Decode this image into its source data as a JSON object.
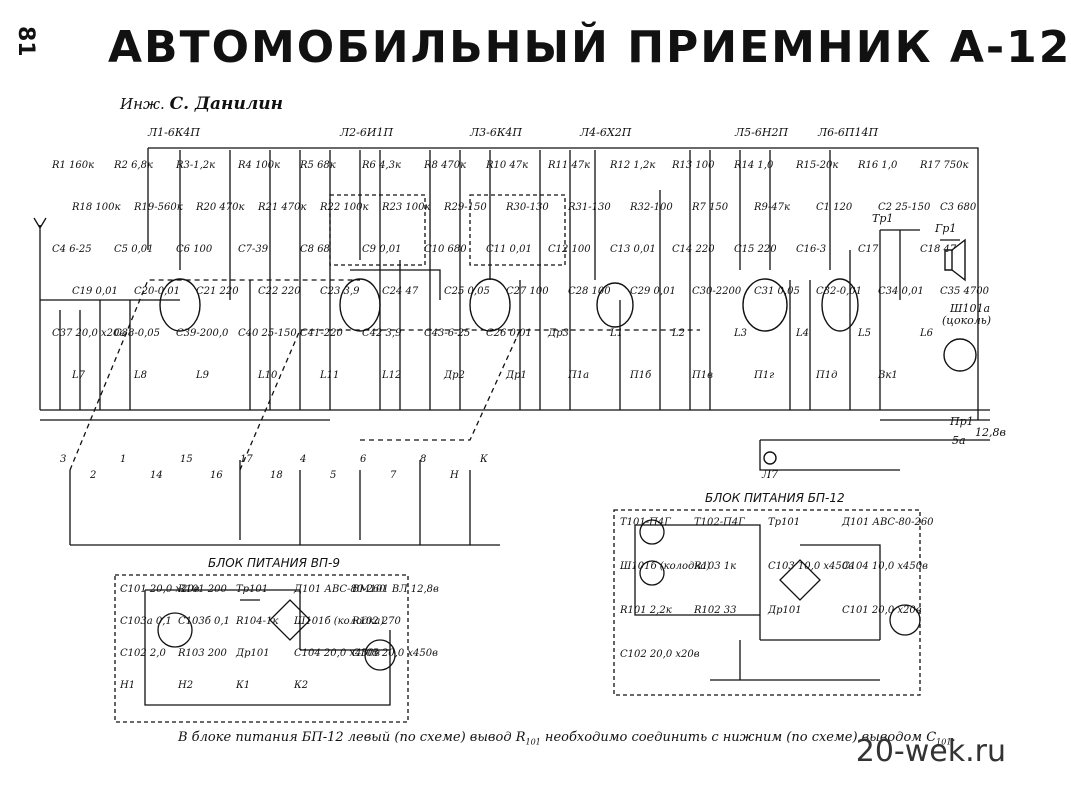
{
  "header": {
    "page_number": "81",
    "title": "АВТОМОБИЛЬНЫЙ ПРИЕМНИК А-12",
    "author_prefix": "Инж.",
    "author_name": "С. Данилин"
  },
  "tubes": [
    {
      "label": "Л1-6К4П"
    },
    {
      "label": "Л2-6И1П"
    },
    {
      "label": "Л3-6К4П"
    },
    {
      "label": "Л4-6Х2П"
    },
    {
      "label": "Л5-6Н2П"
    },
    {
      "label": "Л6-6П14П"
    }
  ],
  "resistors": [
    {
      "label": "R1 160к"
    },
    {
      "label": "R2 6,8к"
    },
    {
      "label": "R3-1,2к"
    },
    {
      "label": "R4 100к"
    },
    {
      "label": "R5 68к"
    },
    {
      "label": "R6 4,3к"
    },
    {
      "label": "R8 470к"
    },
    {
      "label": "R10 47к"
    },
    {
      "label": "R11 47к"
    },
    {
      "label": "R12 1,2к"
    },
    {
      "label": "R13 100"
    },
    {
      "label": "R14 1,0"
    },
    {
      "label": "R15-20к"
    },
    {
      "label": "R16 1,0"
    },
    {
      "label": "R17 750к"
    },
    {
      "label": "R18 100к"
    },
    {
      "label": "R19-560к"
    },
    {
      "label": "R20 470к"
    },
    {
      "label": "R21 470к"
    },
    {
      "label": "R22 100к"
    },
    {
      "label": "R23 100к"
    },
    {
      "label": "R29-150"
    },
    {
      "label": "R30-130"
    },
    {
      "label": "R31-130"
    },
    {
      "label": "R32-100"
    },
    {
      "label": "R7 150"
    },
    {
      "label": "R9-47к"
    }
  ],
  "capacitors": [
    {
      "label": "C1 120"
    },
    {
      "label": "C2 25-150"
    },
    {
      "label": "C3 680"
    },
    {
      "label": "C4 6-25"
    },
    {
      "label": "C5 0,01"
    },
    {
      "label": "C6 100"
    },
    {
      "label": "C7-39"
    },
    {
      "label": "C8 68"
    },
    {
      "label": "C9 0,01"
    },
    {
      "label": "C10 680"
    },
    {
      "label": "C11 0,01"
    },
    {
      "label": "C12 100"
    },
    {
      "label": "C13 0,01"
    },
    {
      "label": "C14 220"
    },
    {
      "label": "C15 220"
    },
    {
      "label": "C16-3"
    },
    {
      "label": "C17"
    },
    {
      "label": "C18 47"
    },
    {
      "label": "C19 0,01"
    },
    {
      "label": "C20-0,01"
    },
    {
      "label": "C21 220"
    },
    {
      "label": "C22 220"
    },
    {
      "label": "C23 3,9"
    },
    {
      "label": "C24 47"
    },
    {
      "label": "C25 0,05"
    },
    {
      "label": "C27 100"
    },
    {
      "label": "C28 100"
    },
    {
      "label": "C29 0,01"
    },
    {
      "label": "C30-2200"
    },
    {
      "label": "C31 0,05"
    },
    {
      "label": "C32-0,01"
    },
    {
      "label": "C34 0,01"
    },
    {
      "label": "C35 4700"
    },
    {
      "label": "C37 20,0 x20в"
    },
    {
      "label": "C38-0,05"
    },
    {
      "label": "C39-200,0"
    },
    {
      "label": "C40 25-150"
    },
    {
      "label": "C41-220"
    },
    {
      "label": "C42 3,9"
    },
    {
      "label": "C43-6-25"
    },
    {
      "label": "C26 0,01"
    }
  ],
  "inductors": [
    {
      "label": "Др3"
    },
    {
      "label": "L1"
    },
    {
      "label": "L2"
    },
    {
      "label": "L3"
    },
    {
      "label": "L4"
    },
    {
      "label": "L5"
    },
    {
      "label": "L6"
    },
    {
      "label": "L7"
    },
    {
      "label": "L8"
    },
    {
      "label": "L9"
    },
    {
      "label": "L10"
    },
    {
      "label": "L11"
    },
    {
      "label": "L12"
    },
    {
      "label": "Др2"
    },
    {
      "label": "Др1"
    }
  ],
  "switches": [
    {
      "label": "П1а"
    },
    {
      "label": "П1б"
    },
    {
      "label": "П1в"
    },
    {
      "label": "П1г"
    },
    {
      "label": "П1д"
    },
    {
      "label": "Вк1"
    }
  ],
  "switch_positions": [
    "3",
    "2",
    "1",
    "14",
    "15",
    "16",
    "17",
    "18",
    "4",
    "5",
    "6",
    "7",
    "8",
    "Н",
    "К"
  ],
  "misc": {
    "transformer": "Тр1",
    "speaker": "Гр1",
    "lamp": "Л7",
    "fuse": "Пр1",
    "fuse_value": "5а",
    "supply": "12,8в",
    "connector": "Ш101а",
    "connector_note": "(цоколь)"
  },
  "psu_vp9": {
    "title": "БЛОК ПИТАНИЯ ВП-9",
    "components": [
      {
        "label": "С101 20,0 x20в"
      },
      {
        "label": "R101 200"
      },
      {
        "label": "Тр101"
      },
      {
        "label": "Д101 АВС-80-260"
      },
      {
        "label": "ВМ101 ВЛ 12,8в"
      },
      {
        "label": "С103а 0,1"
      },
      {
        "label": "С103б 0,1"
      },
      {
        "label": "R104-1к"
      },
      {
        "label": "Ш101б (колодка)"
      },
      {
        "label": "R102 270"
      },
      {
        "label": "С102 2,0"
      },
      {
        "label": "R103 200"
      },
      {
        "label": "Др101"
      },
      {
        "label": "С104 20,0 x450в"
      },
      {
        "label": "С105 20,0 x450в"
      },
      {
        "label": "Н1"
      },
      {
        "label": "Н2"
      },
      {
        "label": "К1"
      },
      {
        "label": "К2"
      }
    ]
  },
  "psu_bp12": {
    "title": "БЛОК ПИТАНИЯ БП-12",
    "components": [
      {
        "label": "Т101-П4Г"
      },
      {
        "label": "Т102-П4Г"
      },
      {
        "label": "Тр101"
      },
      {
        "label": "Д101 АВС-80-260"
      },
      {
        "label": "Ш101б (колодка)"
      },
      {
        "label": "R103 1к"
      },
      {
        "label": "С103 10,0 x450в"
      },
      {
        "label": "С104 10,0 x450в"
      },
      {
        "label": "R101 2,2к"
      },
      {
        "label": "R102 33"
      },
      {
        "label": "Др101"
      },
      {
        "label": "С101 20,0 x20в"
      },
      {
        "label": "С102 20,0 x20в"
      }
    ]
  },
  "footer": {
    "note_start": "В блоке питания БП-12 левый (по схеме) вывод R",
    "note_sub1": "101",
    "note_mid": " необходимо соединить с нижним (по схеме) выводом С",
    "note_sub2": "101",
    "note_end": ".",
    "watermark": "20-wek.ru"
  },
  "colors": {
    "ink": "#111111",
    "paper": "#ffffff"
  }
}
